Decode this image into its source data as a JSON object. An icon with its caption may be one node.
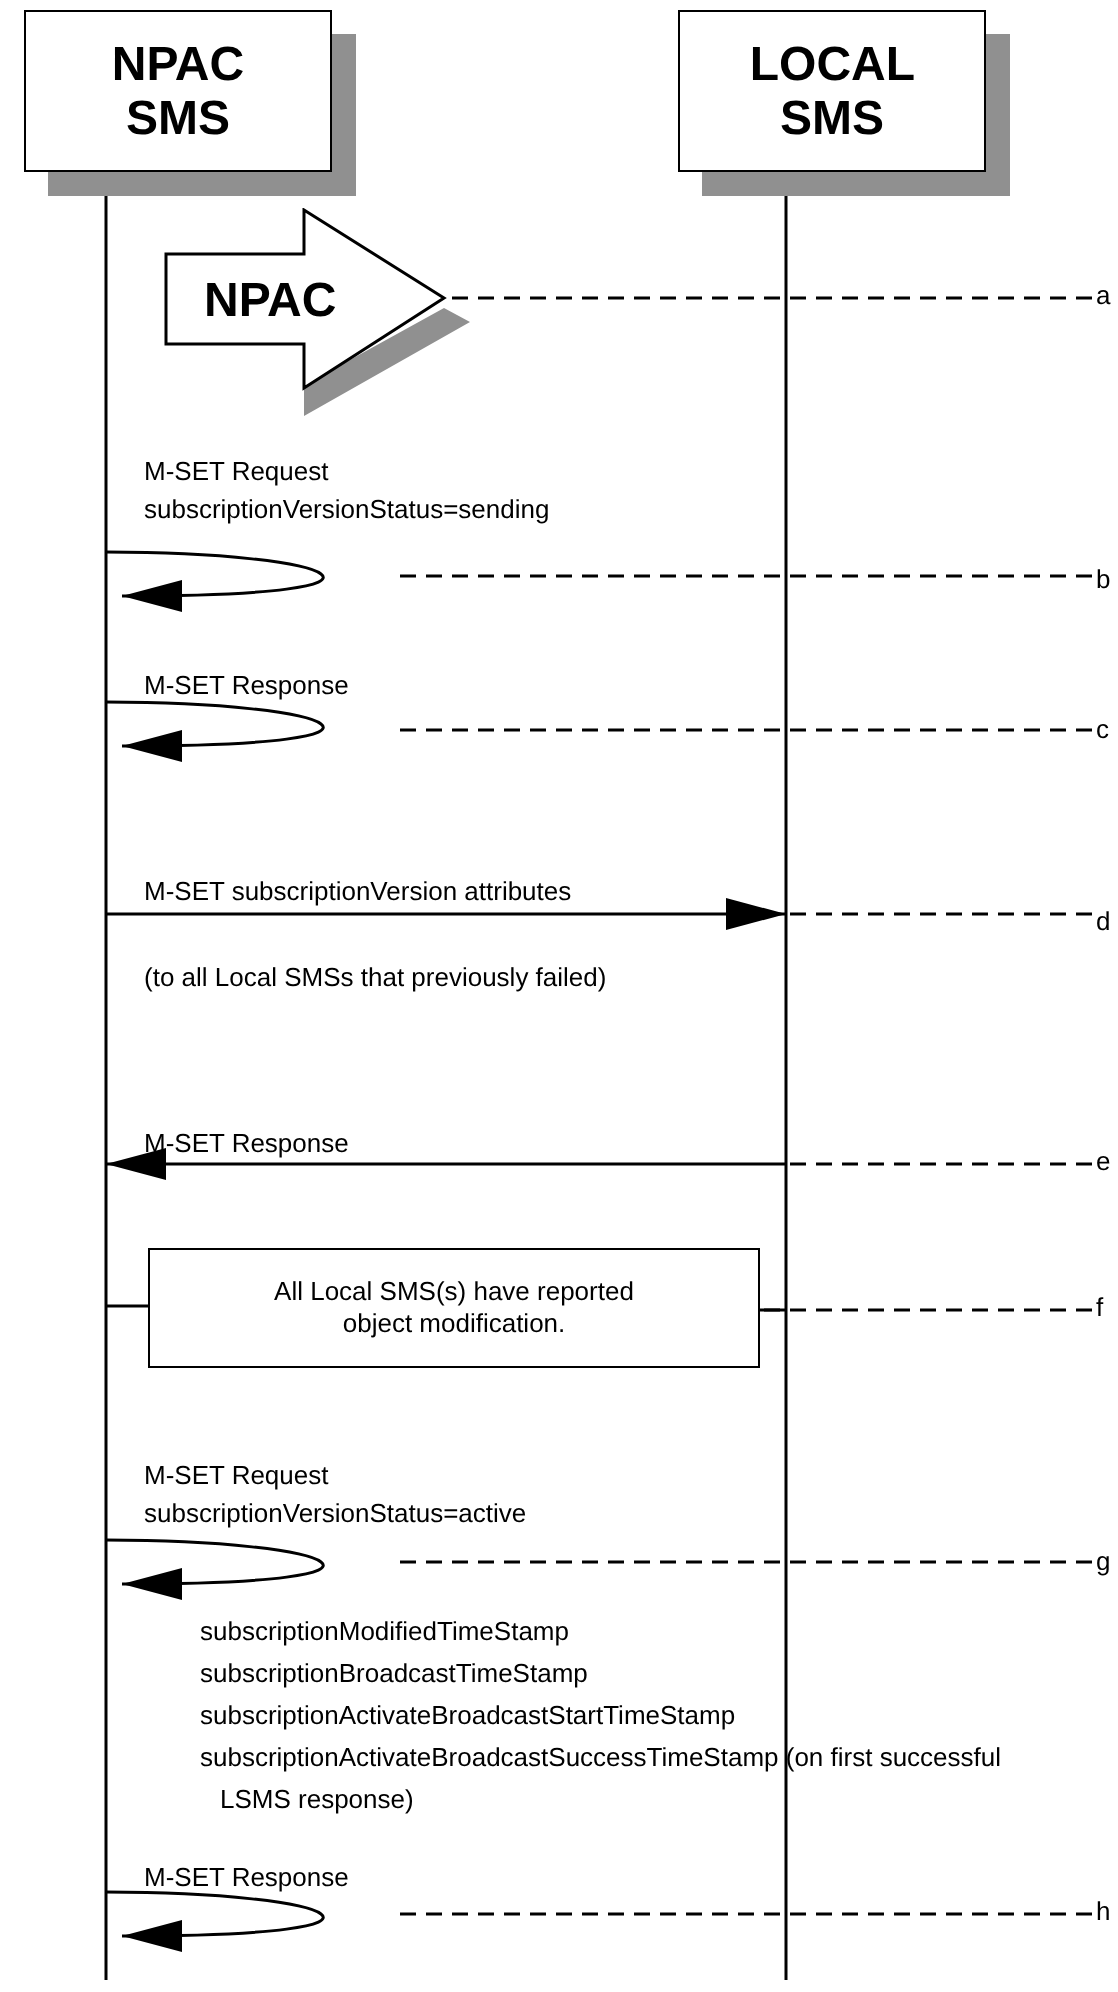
{
  "diagram": {
    "nodes": [
      {
        "text": [
          "NPAC SMS"
        ]
      },
      {
        "text": [
          "LOCAL SMS"
        ]
      },
      {
        "text": [
          "NPAC"
        ]
      },
      {
        "text": [
          "All Local SMS(s) have reported object modification."
        ]
      },
      {
        "text": [
          "a"
        ]
      },
      {
        "text": [
          "b"
        ]
      },
      {
        "text": [
          "c"
        ]
      },
      {
        "text": [
          "d"
        ]
      },
      {
        "text": [
          "e"
        ]
      },
      {
        "text": [
          "f"
        ]
      },
      {
        "text": [
          "g"
        ]
      },
      {
        "text": [
          "h"
        ]
      }
    ],
    "edges": [
      {
        "from": 4,
        "to": 2,
        "arrow": "none",
        "style": "dashed"
      },
      {
        "from": 0,
        "to": 0,
        "arrow": "to",
        "label": "M-SET Request subscriptionVersionStatus=sending"
      },
      {
        "from": 5,
        "to": null,
        "arrow": "none",
        "style": "dashed"
      },
      {
        "from": 0,
        "to": 0,
        "arrow": "to",
        "label": "M-SET Response"
      },
      {
        "from": 6,
        "to": null,
        "arrow": "none",
        "style": "dashed"
      },
      {
        "from": 0,
        "to": 1,
        "arrow": "to",
        "label": "M-SET subscriptionVersion attributes"
      },
      {
        "from": 7,
        "to": 1,
        "arrow": "none",
        "style": "dashed"
      },
      {
        "from": 1,
        "to": 0,
        "arrow": "to",
        "label": "M-SET Response"
      },
      {
        "from": 8,
        "to": 1,
        "arrow": "none",
        "style": "dashed"
      },
      {
        "from": 0,
        "to": 3,
        "arrow": "none"
      },
      {
        "from": 3,
        "to": 1,
        "arrow": "none"
      },
      {
        "from": 9,
        "to": 3,
        "arrow": "none",
        "style": "dashed"
      },
      {
        "from": 0,
        "to": 0,
        "arrow": "to",
        "label": "M-SET Request subscriptionVersionStatus=active"
      },
      {
        "from": 10,
        "to": null,
        "arrow": "none",
        "style": "dashed"
      },
      {
        "from": 0,
        "to": 0,
        "arrow": "to",
        "label": "M-SET Response"
      },
      {
        "from": 11,
        "to": null,
        "arrow": "none",
        "style": "dashed"
      }
    ],
    "labels": [
      "(to all Local SMSs that previously failed)",
      "subscriptionModifiedTimeStamp",
      "subscriptionBroadcastTimeStamp",
      "subscriptionActivateBroadcastStartTimeStamp",
      "subscriptionActivateBroadcastSuccessTimeStamp (on first successful LSMS response)"
    ]
  }
}
